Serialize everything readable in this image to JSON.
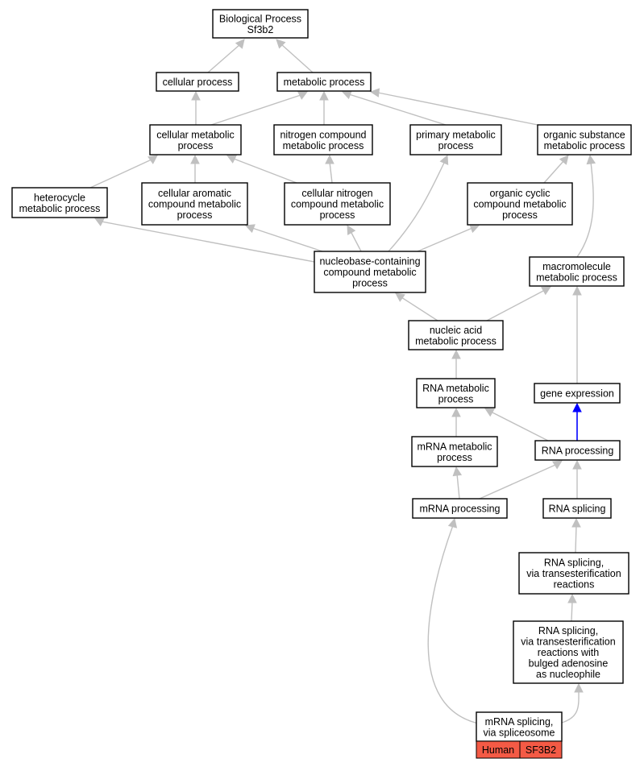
{
  "colors": {
    "edge": "#c0c0c0",
    "regulates_edge": "#0000ff",
    "gene_tag": "#f45a45",
    "node_border": "#000000"
  },
  "nodes": {
    "root": [
      "Biological Process",
      "Sf3b2"
    ],
    "cellular_process": [
      "cellular process"
    ],
    "metabolic_process": [
      "metabolic process"
    ],
    "cellular_metabolic_process": [
      "cellular metabolic",
      "process"
    ],
    "nitrogen_compound_metabolic_process": [
      "nitrogen compound",
      "metabolic process"
    ],
    "primary_metabolic_process": [
      "primary metabolic",
      "process"
    ],
    "organic_substance_metabolic_process": [
      "organic substance",
      "metabolic process"
    ],
    "heterocycle_metabolic_process": [
      "heterocycle",
      "metabolic process"
    ],
    "cellular_aromatic_compound_metabolic_process": [
      "cellular aromatic",
      "compound metabolic",
      "process"
    ],
    "cellular_nitrogen_compound_metabolic_process": [
      "cellular nitrogen",
      "compound metabolic",
      "process"
    ],
    "organic_cyclic_compound_metabolic_process": [
      "organic cyclic",
      "compound metabolic",
      "process"
    ],
    "nucleobase_containing_compound_metabolic_process": [
      "nucleobase-containing",
      "compound metabolic",
      "process"
    ],
    "macromolecule_metabolic_process": [
      "macromolecule",
      "metabolic process"
    ],
    "nucleic_acid_metabolic_process": [
      "nucleic acid",
      "metabolic process"
    ],
    "rna_metabolic_process": [
      "RNA metabolic",
      "process"
    ],
    "gene_expression": [
      "gene expression"
    ],
    "mrna_metabolic_process": [
      "mRNA metabolic",
      "process"
    ],
    "rna_processing": [
      "RNA processing"
    ],
    "mrna_processing": [
      "mRNA processing"
    ],
    "rna_splicing": [
      "RNA splicing"
    ],
    "rna_splicing_transesterification": [
      "RNA splicing,",
      "via transesterification",
      "reactions"
    ],
    "rna_splicing_bulged_adenosine": [
      "RNA splicing,",
      "via transesterification",
      "reactions with",
      "bulged adenosine",
      "as nucleophile"
    ],
    "mrna_splicing_spliceosome": [
      "mRNA splicing,",
      "via spliceosome"
    ]
  },
  "gene_tag": {
    "species": "Human",
    "gene": "SF3B2"
  }
}
